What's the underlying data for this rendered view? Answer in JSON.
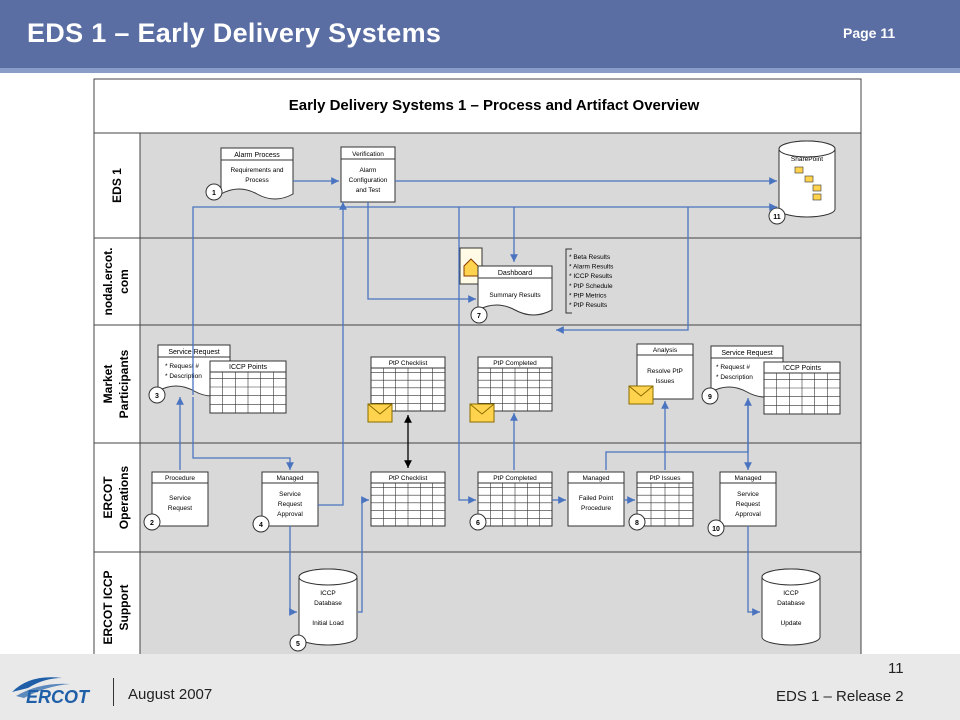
{
  "slide": {
    "title": "EDS 1 – Early Delivery Systems",
    "page_label": "Page 11",
    "page_number": "11",
    "date": "August 2007",
    "release": "EDS 1 – Release 2",
    "logo_text": "ERCOT"
  },
  "diagram": {
    "title": "Early Delivery Systems 1 – Process and Artifact Overview",
    "lanes": [
      {
        "line1": "EDS 1",
        "line2": ""
      },
      {
        "line1": "nodal.ercot.",
        "line2": "com"
      },
      {
        "line1": "Market",
        "line2": "Participants"
      },
      {
        "line1": "ERCOT",
        "line2": "Operations"
      },
      {
        "line1": "ERCOT ICCP",
        "line2": "Support"
      }
    ],
    "artifacts": {
      "alarm_process": {
        "header": "Alarm Process",
        "body": [
          "Requirements and",
          "Process"
        ],
        "step": "1"
      },
      "verification": {
        "header": "Verification",
        "body": [
          "Alarm",
          "Configuration",
          "and Test"
        ]
      },
      "sharepoint": {
        "label": "SharePoint",
        "step": "11"
      },
      "dashboard": {
        "header": "Dashboard",
        "body": "Summary Results",
        "step": "7"
      },
      "results_list": [
        "* Beta Results",
        "* Alarm Results",
        "* ICCP Results",
        "* PtP Schedule",
        "* PtP Metrics",
        "* PtP Results"
      ],
      "mp_service_request_1": {
        "header": "Service Request",
        "body": [
          "* Request #",
          "* Description"
        ],
        "step": "3"
      },
      "mp_iccp_points_1": {
        "header": "ICCP Points"
      },
      "mp_ptp_checklist": {
        "header": "PtP Checklist"
      },
      "mp_ptp_completed": {
        "header": "PtP Completed"
      },
      "analysis": {
        "header": "Analysis",
        "body": [
          "Resolve PtP",
          "Issues"
        ]
      },
      "mp_service_request_2": {
        "header": "Service Request",
        "body": [
          "* Request #",
          "* Description"
        ],
        "step": "9"
      },
      "mp_iccp_points_2": {
        "header": "ICCP Points"
      },
      "procedure": {
        "header": "Procedure",
        "body": [
          "Service",
          "Request"
        ],
        "step": "2"
      },
      "managed_approval_1": {
        "header": "Managed",
        "body": [
          "Service",
          "Request",
          "Approval"
        ],
        "step": "4"
      },
      "ops_ptp_checklist": {
        "header": "PtP Checklist"
      },
      "ops_ptp_completed": {
        "header": "PtP Completed",
        "step": "6"
      },
      "failed_point": {
        "header": "Managed",
        "body": [
          "Failed Point",
          "Procedure"
        ]
      },
      "ptp_issues": {
        "header": "PtP Issues",
        "step": "8"
      },
      "managed_approval_2": {
        "header": "Managed",
        "body": [
          "Service",
          "Request",
          "Approval"
        ],
        "step": "10"
      },
      "iccp_db_initial": {
        "body": [
          "ICCP",
          "Database",
          "",
          "Initial Load"
        ],
        "step": "5"
      },
      "iccp_db_update": {
        "body": [
          "ICCP",
          "Database",
          "",
          "Update"
        ]
      }
    }
  }
}
